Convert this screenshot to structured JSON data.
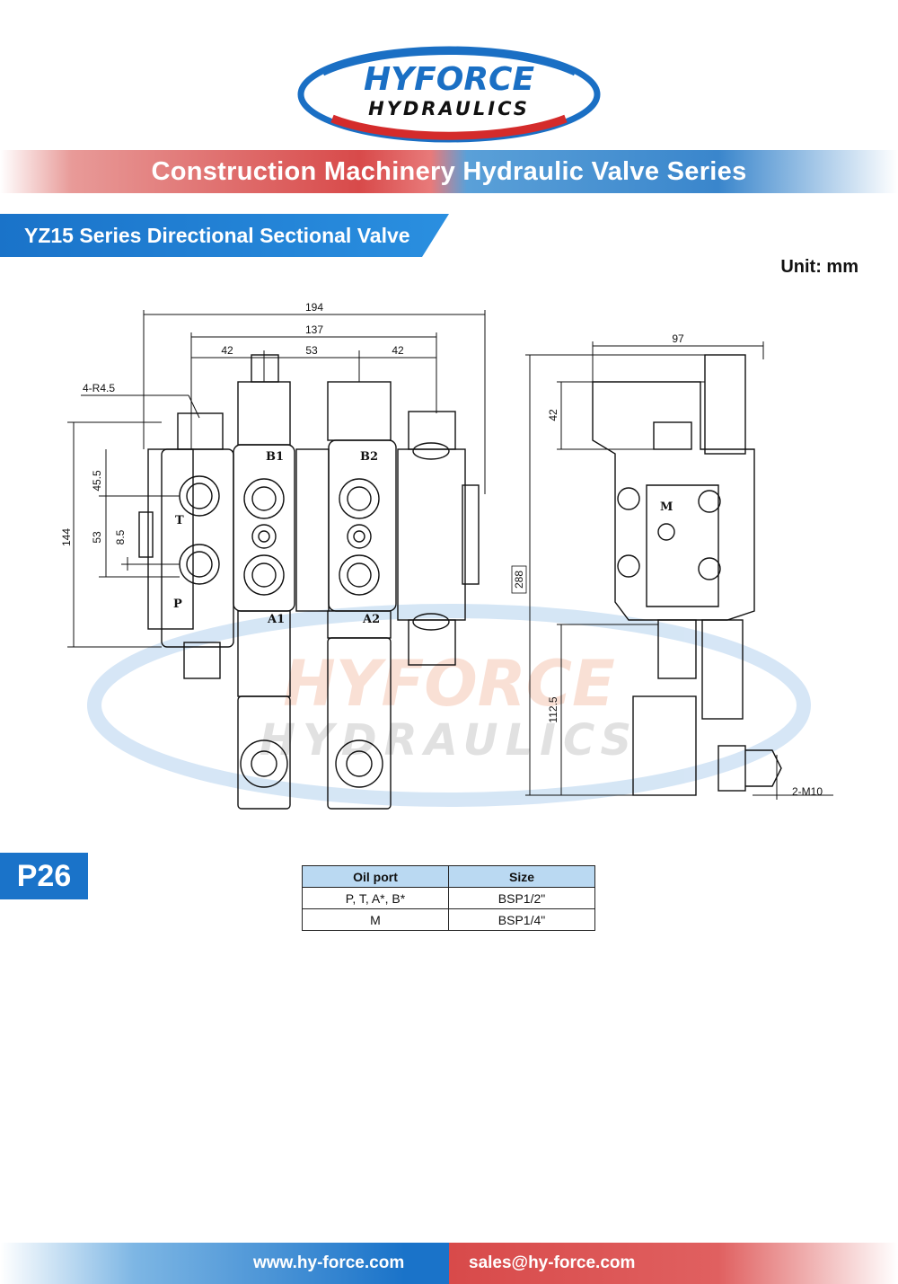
{
  "brand": {
    "line1": "HYFORCE",
    "line2": "HYDRAULICS"
  },
  "banner": {
    "title": "Construction Machinery Hydraulic Valve Series"
  },
  "series": {
    "title": "YZ15 Series Directional Sectional Valve"
  },
  "unit": {
    "label": "Unit: mm"
  },
  "drawing": {
    "dimensions": {
      "overall_width": "194",
      "center_width": "137",
      "pitch_left": "42",
      "pitch_mid": "53",
      "pitch_right": "42",
      "corner_radius": "4-R4.5",
      "height_45_5": "45.5",
      "height_144": "144",
      "height_53": "53",
      "height_8_5": "8.5",
      "side_width": "97",
      "side_42": "42",
      "side_288": "288",
      "side_112_5": "112.5",
      "thread": "2-M10"
    },
    "ports": {
      "t": "T",
      "p": "P",
      "b1": "B1",
      "b2": "B2",
      "a1": "A1",
      "a2": "A2",
      "m": "M"
    }
  },
  "page": {
    "number": "P26"
  },
  "port_table": {
    "headers": [
      "Oil port",
      "Size"
    ],
    "rows": [
      [
        "P, T, A*, B*",
        "BSP1/2\""
      ],
      [
        "M",
        "BSP1/4\""
      ]
    ]
  },
  "footer": {
    "website": "www.hy-force.com",
    "email": "sales@hy-force.com"
  },
  "colors": {
    "brand_blue": "#1a73c9",
    "brand_red": "#d84a4a",
    "table_header": "#bad9f2"
  }
}
